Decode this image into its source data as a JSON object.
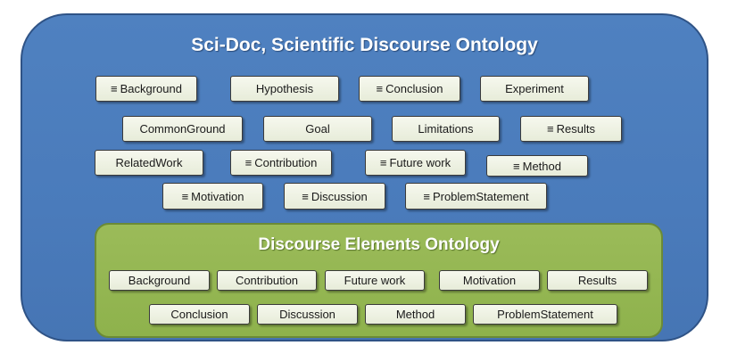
{
  "scidoc": {
    "title": "Sci-Doc, Scientific Discourse Ontology",
    "items": [
      {
        "eq": "≡",
        "label": "Background"
      },
      {
        "eq": "",
        "label": "Hypothesis"
      },
      {
        "eq": "≡",
        "label": "Conclusion"
      },
      {
        "eq": "",
        "label": "Experiment"
      },
      {
        "eq": "",
        "label": "CommonGround"
      },
      {
        "eq": "",
        "label": "Goal"
      },
      {
        "eq": "",
        "label": "Limitations"
      },
      {
        "eq": "≡",
        "label": "Results"
      },
      {
        "eq": "",
        "label": "RelatedWork"
      },
      {
        "eq": "≡",
        "label": "Contribution"
      },
      {
        "eq": "≡",
        "label": "Future work"
      },
      {
        "eq": "≡",
        "label": "Method"
      },
      {
        "eq": "≡",
        "label": "Motivation"
      },
      {
        "eq": "≡",
        "label": "Discussion"
      },
      {
        "eq": "≡",
        "label": "ProblemStatement"
      }
    ]
  },
  "deo": {
    "title": "Discourse Elements Ontology",
    "items": [
      {
        "label": "Background"
      },
      {
        "label": "Contribution"
      },
      {
        "label": "Future work"
      },
      {
        "label": "Motivation"
      },
      {
        "label": "Results"
      },
      {
        "label": "Conclusion"
      },
      {
        "label": "Discussion"
      },
      {
        "label": "Method"
      },
      {
        "label": "ProblemStatement"
      }
    ]
  }
}
